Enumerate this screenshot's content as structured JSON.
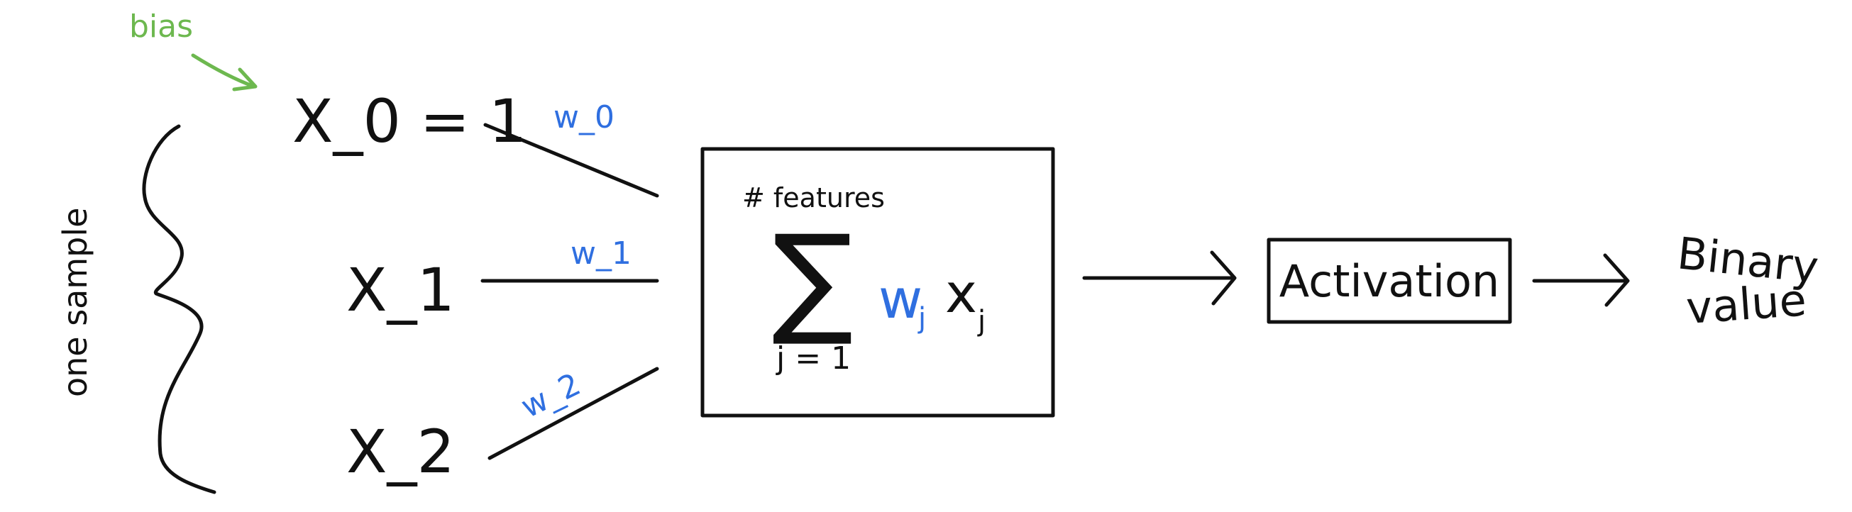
{
  "annotations": {
    "bias": "bias",
    "one_sample": "one sample"
  },
  "inputs": [
    {
      "label": "X_0 = 1",
      "weight": "w_0"
    },
    {
      "label": "X_1",
      "weight": "w_1"
    },
    {
      "label": "X_2",
      "weight": "w_2"
    }
  ],
  "sum_box": {
    "upper_limit": "# features",
    "lower_limit": "j = 1",
    "weight_term": "w",
    "weight_sub": "j",
    "input_term": "x",
    "input_sub": "j",
    "operator": "∑"
  },
  "activation": {
    "label": "Activation"
  },
  "output": {
    "line1": "Binary",
    "line2": "value"
  },
  "colors": {
    "ink": "#111111",
    "weights": "#2f6fe0",
    "bias": "#6db84f"
  }
}
